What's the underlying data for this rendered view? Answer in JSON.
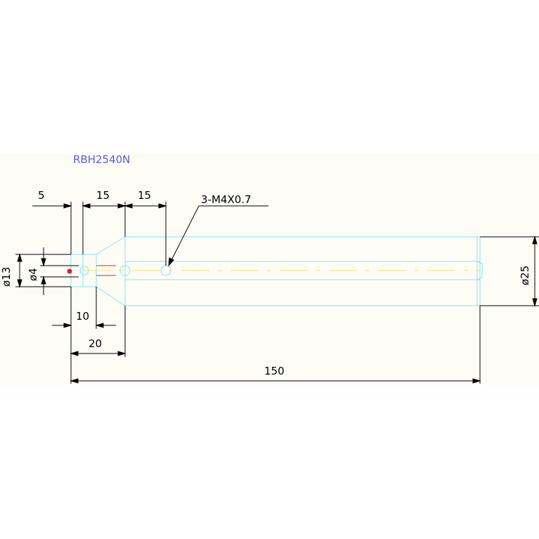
{
  "colors": {
    "background": "#ffffff",
    "canvas": "#fdfdf6",
    "part_outline": "#7fe6ec",
    "centerline": "#e8e36a",
    "title": "#5a5ae0",
    "dimension": "#000000",
    "hole_highlight": "#e02020"
  },
  "title": "RBH2540N",
  "dimensions": {
    "d5": "5",
    "d15a": "15",
    "d15b": "15",
    "d10": "10",
    "d20": "20",
    "d150": "150",
    "dia13": "ø13",
    "dia4": "ø4",
    "dia25": "ø25"
  },
  "callout": {
    "thread": "3-M4X0.7"
  }
}
